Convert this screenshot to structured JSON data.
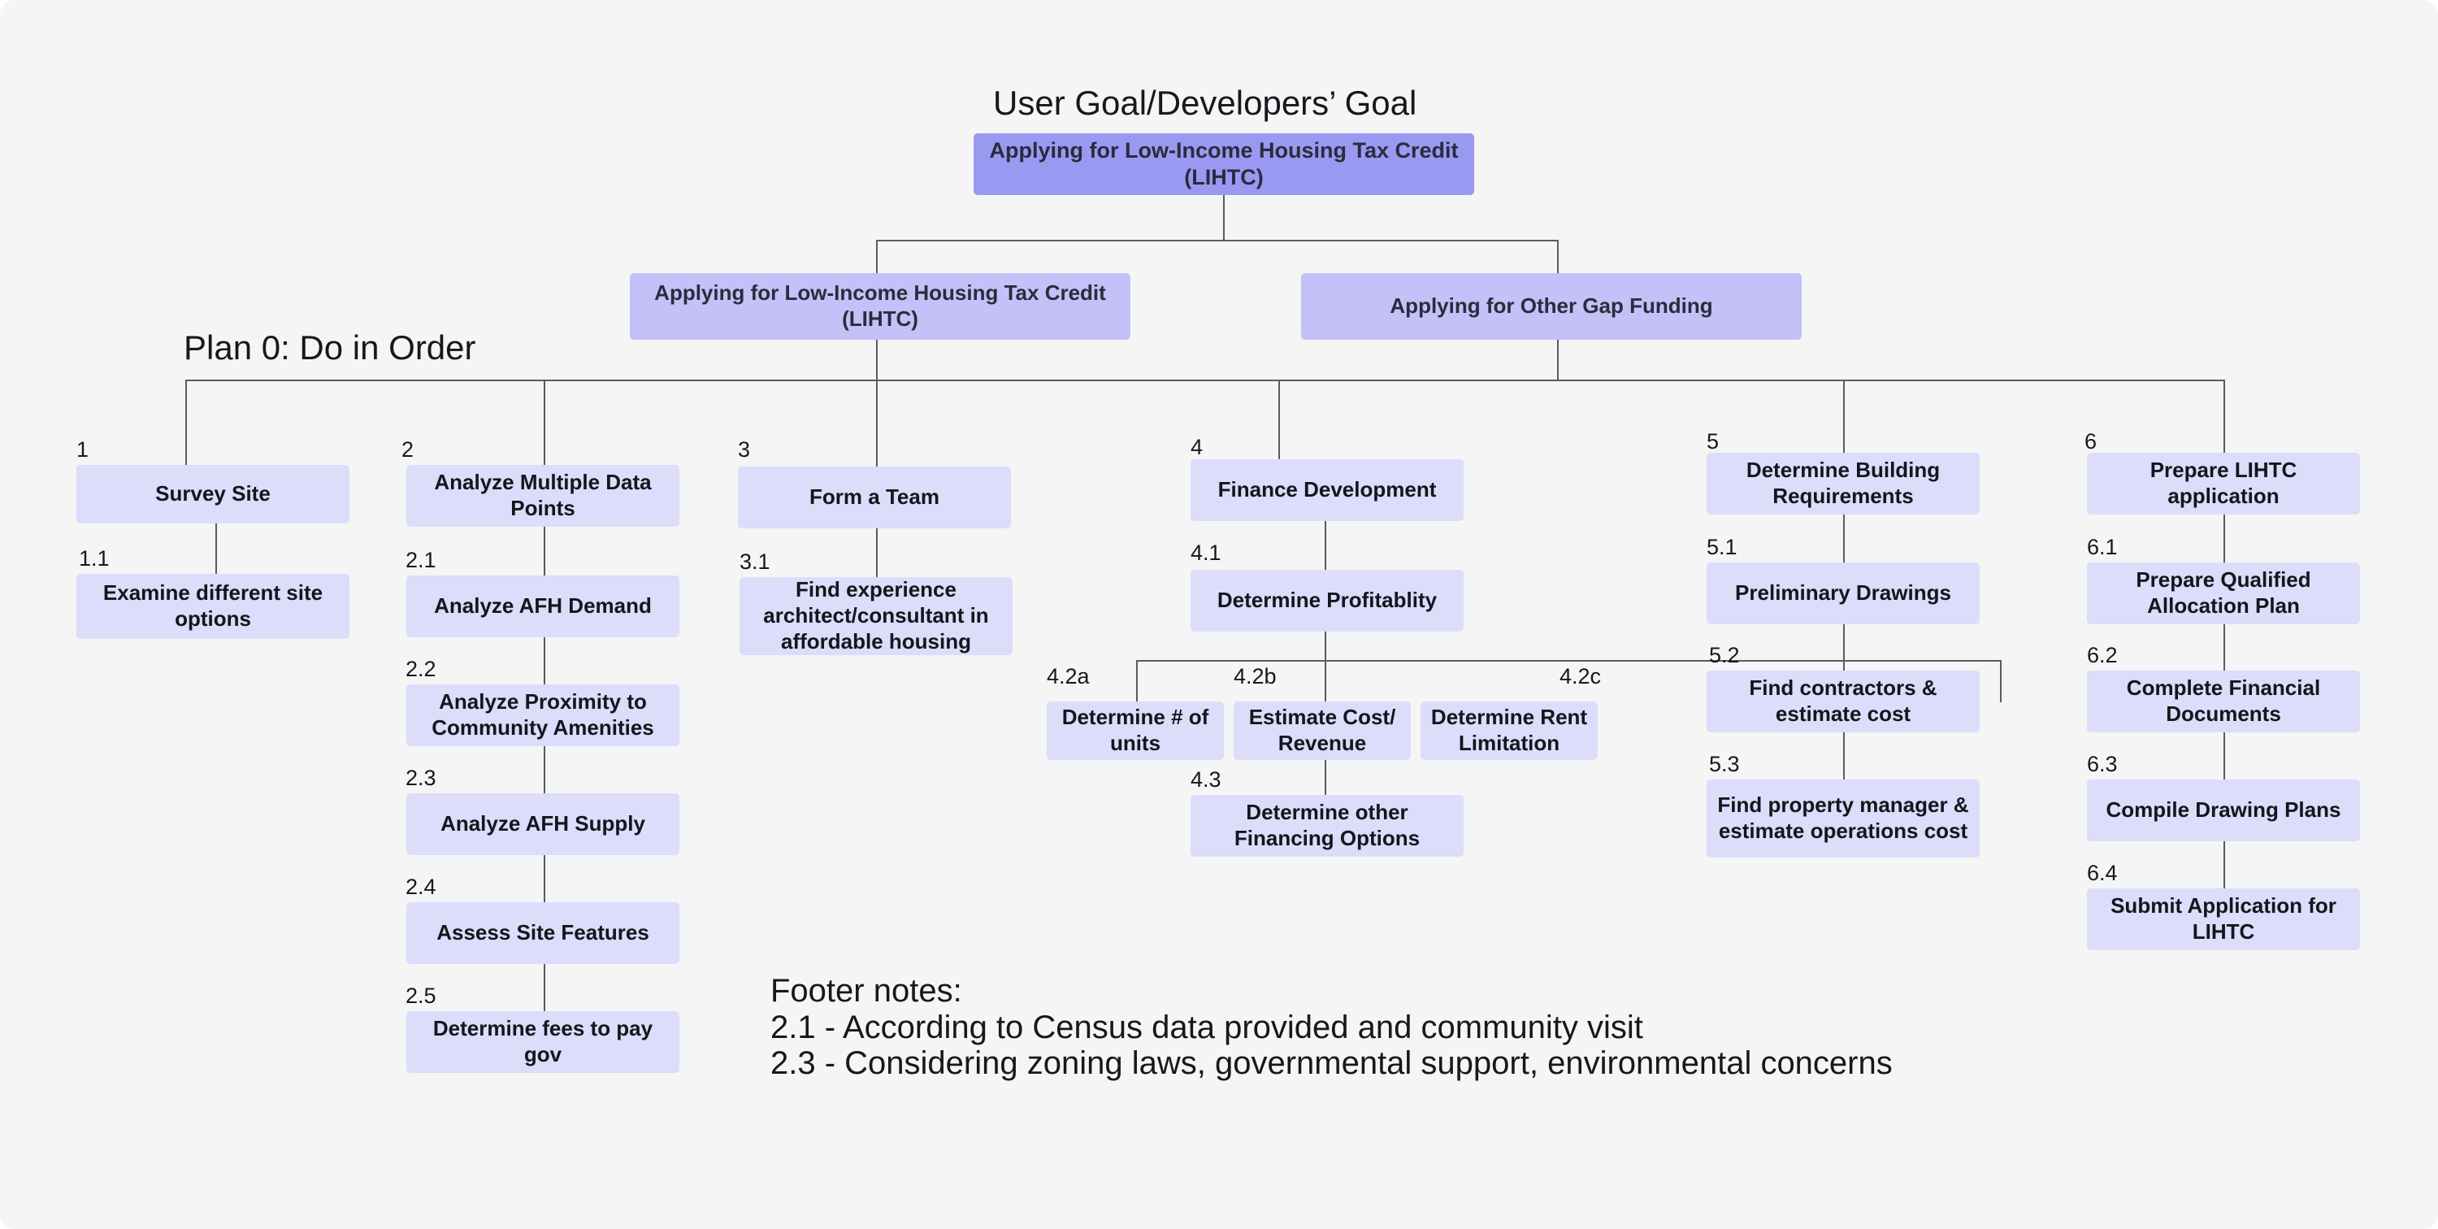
{
  "diagram": {
    "title_label": "User Goal/Developers’ Goal",
    "plan_label": "Plan 0: Do in Order",
    "root": {
      "label": "Applying for Low-Income Housing Tax Credit (LIHTC)"
    },
    "level1": [
      {
        "label": "Applying for Low-Income Housing Tax Credit (LIHTC)"
      },
      {
        "label": "Applying for Other Gap Funding"
      }
    ],
    "columns": [
      {
        "number": "1",
        "label": "Survey Site",
        "children": [
          {
            "number": "1.1",
            "label": "Examine different site options"
          }
        ]
      },
      {
        "number": "2",
        "label": "Analyze Multiple Data Points",
        "children": [
          {
            "number": "2.1",
            "label": "Analyze AFH Demand"
          },
          {
            "number": "2.2",
            "label": "Analyze Proximity to Community Amenities"
          },
          {
            "number": "2.3",
            "label": "Analyze AFH Supply"
          },
          {
            "number": "2.4",
            "label": "Assess Site Features"
          },
          {
            "number": "2.5",
            "label": "Determine fees to pay gov"
          }
        ]
      },
      {
        "number": "3",
        "label": "Form a Team",
        "children": [
          {
            "number": "3.1",
            "label": "Find experience architect/consultant in affordable housing"
          }
        ]
      },
      {
        "number": "4",
        "label": "Finance Development",
        "children": [
          {
            "number": "4.1",
            "label": "Determine Profitablity"
          },
          {
            "number": "4.2a",
            "label": "Determine # of units"
          },
          {
            "number": "4.2b",
            "label": "Estimate Cost/ Revenue"
          },
          {
            "number": "4.2c",
            "label": "Determine Rent Limitation"
          },
          {
            "number": "4.3",
            "label": "Determine other Financing Options"
          }
        ]
      },
      {
        "number": "5",
        "label": "Determine Building Requirements",
        "children": [
          {
            "number": "5.1",
            "label": "Preliminary Drawings"
          },
          {
            "number": "5.2",
            "label": "Find contractors & estimate cost"
          },
          {
            "number": "5.3",
            "label": "Find property manager & estimate operations cost"
          }
        ]
      },
      {
        "number": "6",
        "label": "Prepare LIHTC application",
        "children": [
          {
            "number": "6.1",
            "label": "Prepare Qualified Allocation Plan"
          },
          {
            "number": "6.2",
            "label": "Complete Financial Documents"
          },
          {
            "number": "6.3",
            "label": "Compile Drawing Plans"
          },
          {
            "number": "6.4",
            "label": "Submit Application for LIHTC"
          }
        ]
      }
    ],
    "footer": {
      "heading": "Footer notes:",
      "lines": [
        "2.1 - According to Census data provided and community visit",
        "2.3 - Considering zoning laws, governmental support, environmental concerns"
      ]
    },
    "colors": {
      "background": "#f5f5f5",
      "root_box": "#9a99f2",
      "level1_box": "#c3c1f7",
      "leaf_box": "#dcdcfb",
      "connector": "#5a5a63",
      "text": "#17171d"
    }
  }
}
